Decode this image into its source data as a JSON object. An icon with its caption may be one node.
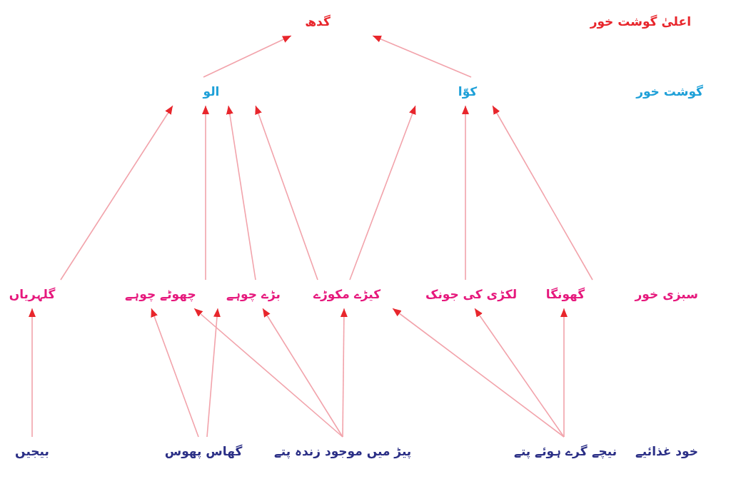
{
  "diagram": {
    "nodes": [
      {
        "text": [
          "گدھ"
        ]
      },
      {
        "text": [
          "الو"
        ]
      },
      {
        "text": [
          "کوّا"
        ]
      },
      {
        "text": [
          "گلہریاں"
        ]
      },
      {
        "text": [
          "چھوٹے چوہے"
        ]
      },
      {
        "text": [
          "بڑے چوہے"
        ]
      },
      {
        "text": [
          "کیڑے مکوڑے"
        ]
      },
      {
        "text": [
          "لکڑی کی جونک"
        ]
      },
      {
        "text": [
          "گھونگا"
        ]
      },
      {
        "text": [
          "بیجیں"
        ]
      },
      {
        "text": [
          "گھاس پھوس"
        ]
      },
      {
        "text": [
          "پیڑ میں موجود زندہ پتے"
        ]
      },
      {
        "text": [
          "نیچے گرے ہوئے پتے"
        ]
      }
    ],
    "edges": [
      {
        "from": 1,
        "to": 0,
        "arrow": "to"
      },
      {
        "from": 2,
        "to": 0,
        "arrow": "to"
      },
      {
        "from": 3,
        "to": 1,
        "arrow": "to"
      },
      {
        "from": 4,
        "to": 1,
        "arrow": "to"
      },
      {
        "from": 5,
        "to": 1,
        "arrow": "to"
      },
      {
        "from": 6,
        "to": 1,
        "arrow": "to"
      },
      {
        "from": 6,
        "to": 2,
        "arrow": "to"
      },
      {
        "from": 7,
        "to": 2,
        "arrow": "to"
      },
      {
        "from": 8,
        "to": 2,
        "arrow": "to"
      },
      {
        "from": 9,
        "to": 3,
        "arrow": "to"
      },
      {
        "from": 10,
        "to": 4,
        "arrow": "to"
      },
      {
        "from": 10,
        "to": 5,
        "arrow": "to"
      },
      {
        "from": 11,
        "to": 4,
        "arrow": "to"
      },
      {
        "from": 11,
        "to": 5,
        "arrow": "to"
      },
      {
        "from": 11,
        "to": 6,
        "arrow": "to"
      },
      {
        "from": 12,
        "to": 6,
        "arrow": "to"
      },
      {
        "from": 12,
        "to": 7,
        "arrow": "to"
      },
      {
        "from": 12,
        "to": 8,
        "arrow": "to"
      }
    ],
    "labels": [
      "اعلیٰ گوشت خور",
      "گوشت خور",
      "سبزی خور",
      "خود غذائیے"
    ]
  }
}
